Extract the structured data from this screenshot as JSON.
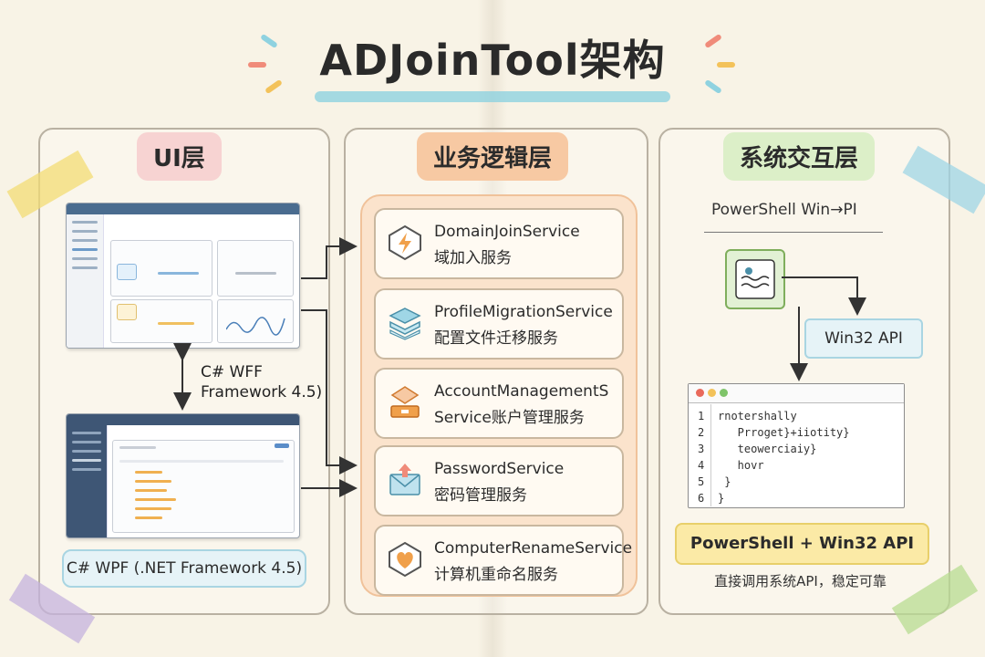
{
  "title": "ADJoinTool架构",
  "colors": {
    "ui_tag": "#f7d3d2",
    "biz_tag": "#f7c9a3",
    "sys_tag": "#dcefc8",
    "accent_blue": "#8fd2e0",
    "orange": "#f0a04b"
  },
  "ui_layer": {
    "tag": "UI层",
    "arrow_label_1": "C# WFF",
    "arrow_label_2": "Framework 4.5)",
    "footer": "C# WPF (.NET Framework 4.5)"
  },
  "business_layer": {
    "tag": "业务逻辑层",
    "services": [
      {
        "name": "DomainJoinService",
        "desc": "域加入服务",
        "icon": "lightning-icon"
      },
      {
        "name": "ProfileMigrationService",
        "desc": "配置文件迁移服务",
        "icon": "layers-icon"
      },
      {
        "name": "AccountManagementS",
        "desc": "Service账户管理服务",
        "icon": "inbox-icon"
      },
      {
        "name": "PasswordService",
        "desc": "密码管理服务",
        "icon": "envelope-icon"
      },
      {
        "name": "ComputerRenameService",
        "desc": "计算机重命名服务",
        "icon": "heart-icon"
      }
    ]
  },
  "system_layer": {
    "tag": "系统交互层",
    "header": "PowerShell Win→PI",
    "api_box": "Win32 API",
    "code_lines": [
      {
        "n": "1",
        "text": "rnotershally"
      },
      {
        "n": "2",
        "text": "   Prroget}+iiotity}"
      },
      {
        "n": "3",
        "text": "   teowerciaiy}"
      },
      {
        "n": "4",
        "text": "   hovr"
      },
      {
        "n": "5",
        "text": " }"
      },
      {
        "n": "6",
        "text": "}"
      }
    ],
    "footer_box": "PowerShell + Win32 API",
    "caption": "直接调用系统API，稳定可靠"
  }
}
